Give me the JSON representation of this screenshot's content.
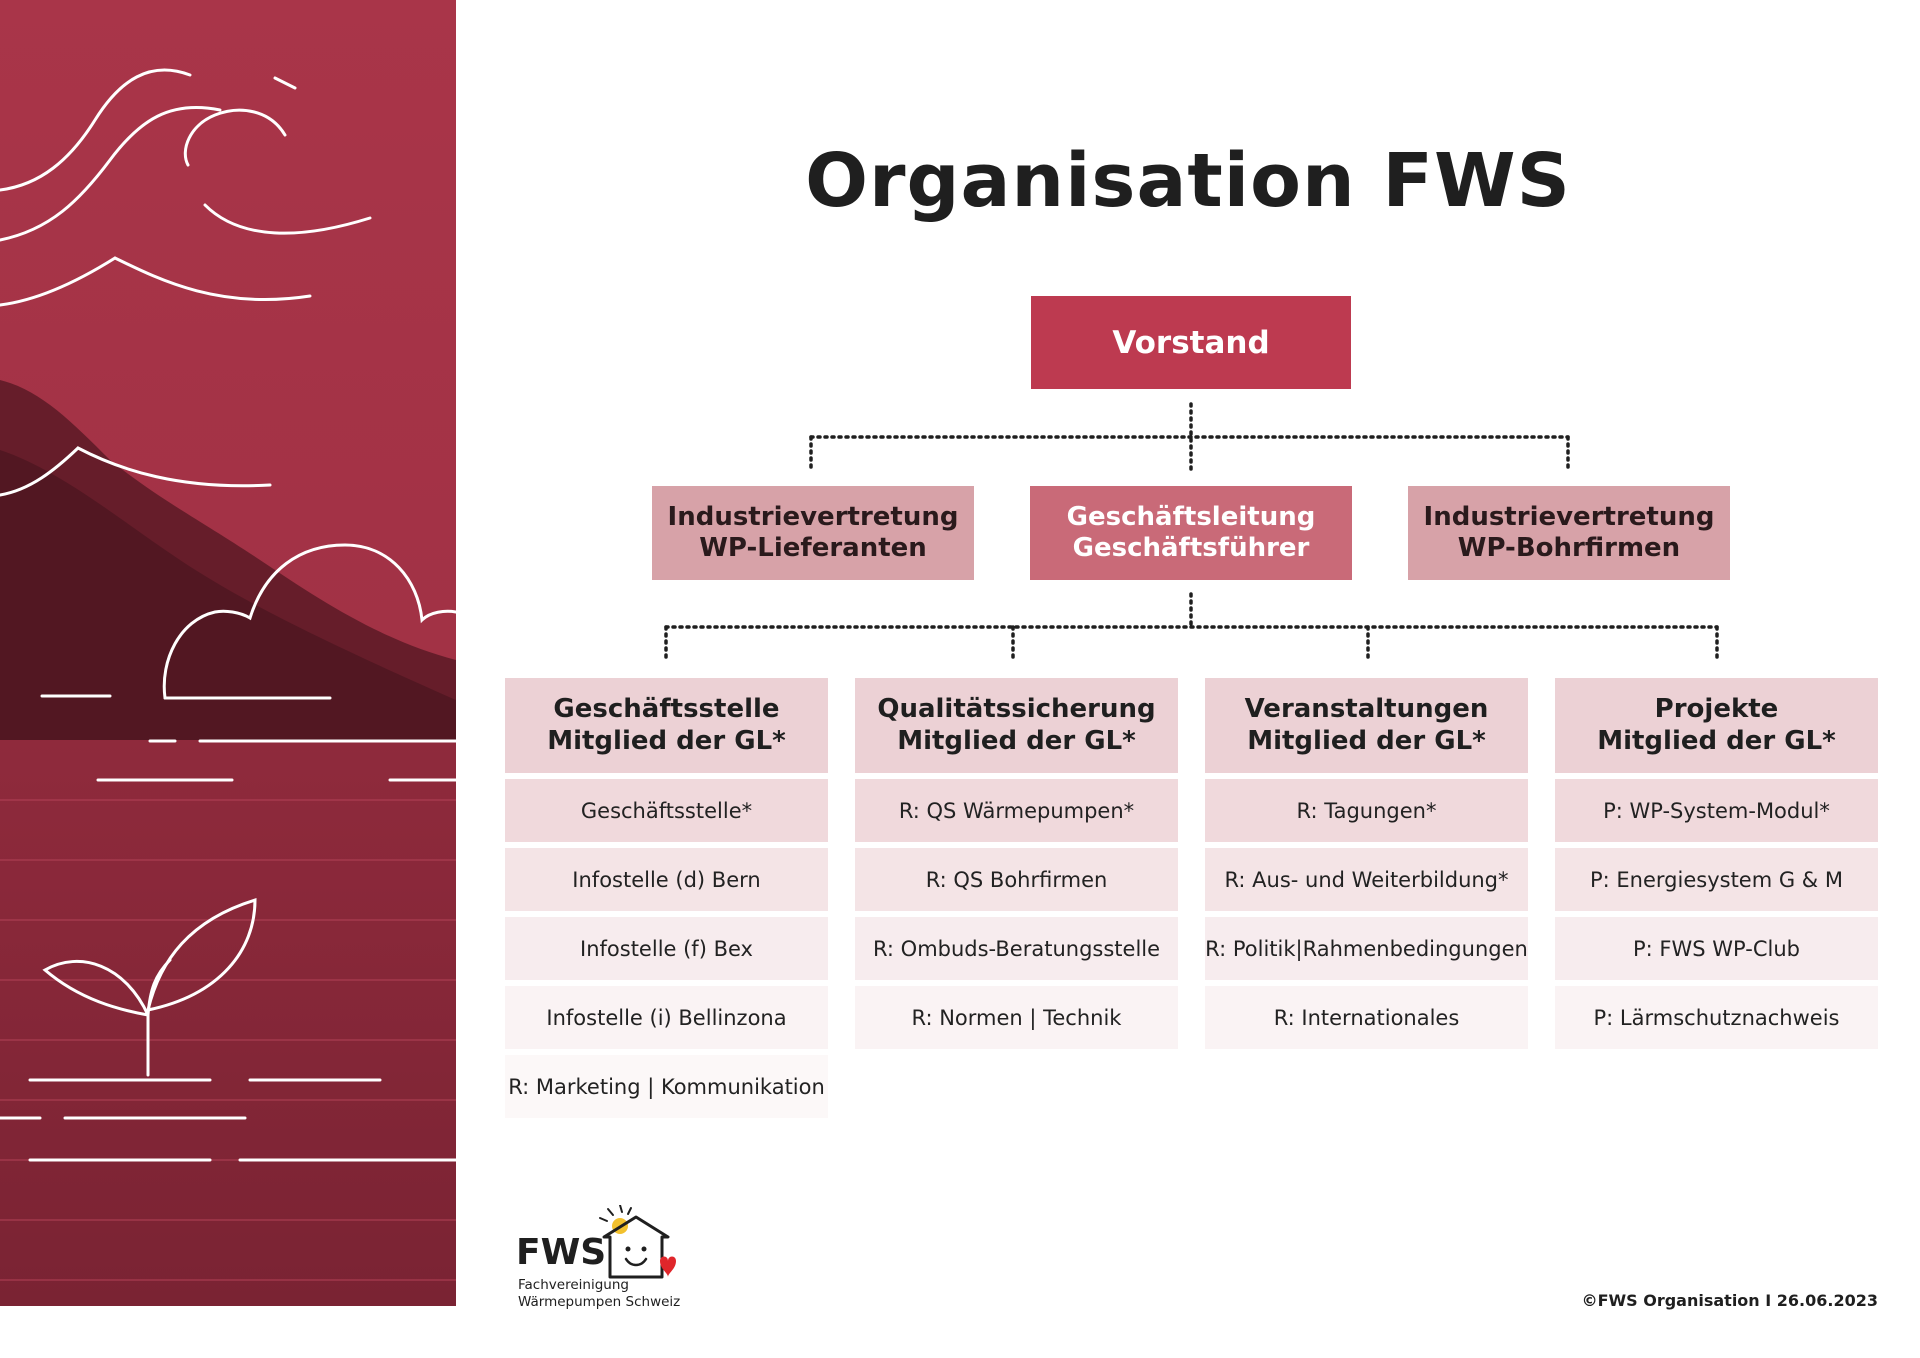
{
  "title": "Organisation FWS",
  "colors": {
    "accent": "#bd3a50",
    "panel": "#a83448",
    "leadership": "#c96a78",
    "industry": "#d7a2a8",
    "dept_head": "#ecd1d5"
  },
  "top": {
    "label": "Vorstand"
  },
  "level2": [
    {
      "line1": "Industrievertretung",
      "line2": "WP-Lieferanten"
    },
    {
      "line1": "Geschäftsleitung",
      "line2": "Geschäftsführer"
    },
    {
      "line1": "Industrievertretung",
      "line2": "WP-Bohrfirmen"
    }
  ],
  "departments": [
    {
      "line1": "Geschäftsstelle",
      "line2": "Mitglied der GL*",
      "items": [
        "Geschäftsstelle*",
        "Infostelle (d) Bern",
        "Infostelle (f) Bex",
        "Infostelle (i) Bellinzona",
        "R: Marketing | Kommunikation"
      ]
    },
    {
      "line1": "Qualitätssicherung",
      "line2": "Mitglied der GL*",
      "items": [
        "R: QS Wärmepumpen*",
        "R: QS Bohrfirmen",
        "R: Ombuds-Beratungsstelle",
        "R: Normen | Technik"
      ]
    },
    {
      "line1": "Veranstaltungen",
      "line2": "Mitglied der GL*",
      "items": [
        "R: Tagungen*",
        "R: Aus- und Weiterbildung*",
        "R: Politik|Rahmenbedingungen",
        "R: Internationales"
      ]
    },
    {
      "line1": "Projekte",
      "line2": "Mitglied der GL*",
      "items": [
        "P: WP-System-Modul*",
        "P: Energiesystem G & M",
        "P: FWS WP-Club",
        "P: Lärmschutznachweis"
      ]
    }
  ],
  "logo": {
    "name": "FWS",
    "sub1": "Fachvereinigung",
    "sub2": "Wärmepumpen Schweiz"
  },
  "footer": "©FWS   Organisation I 26.06.2023"
}
